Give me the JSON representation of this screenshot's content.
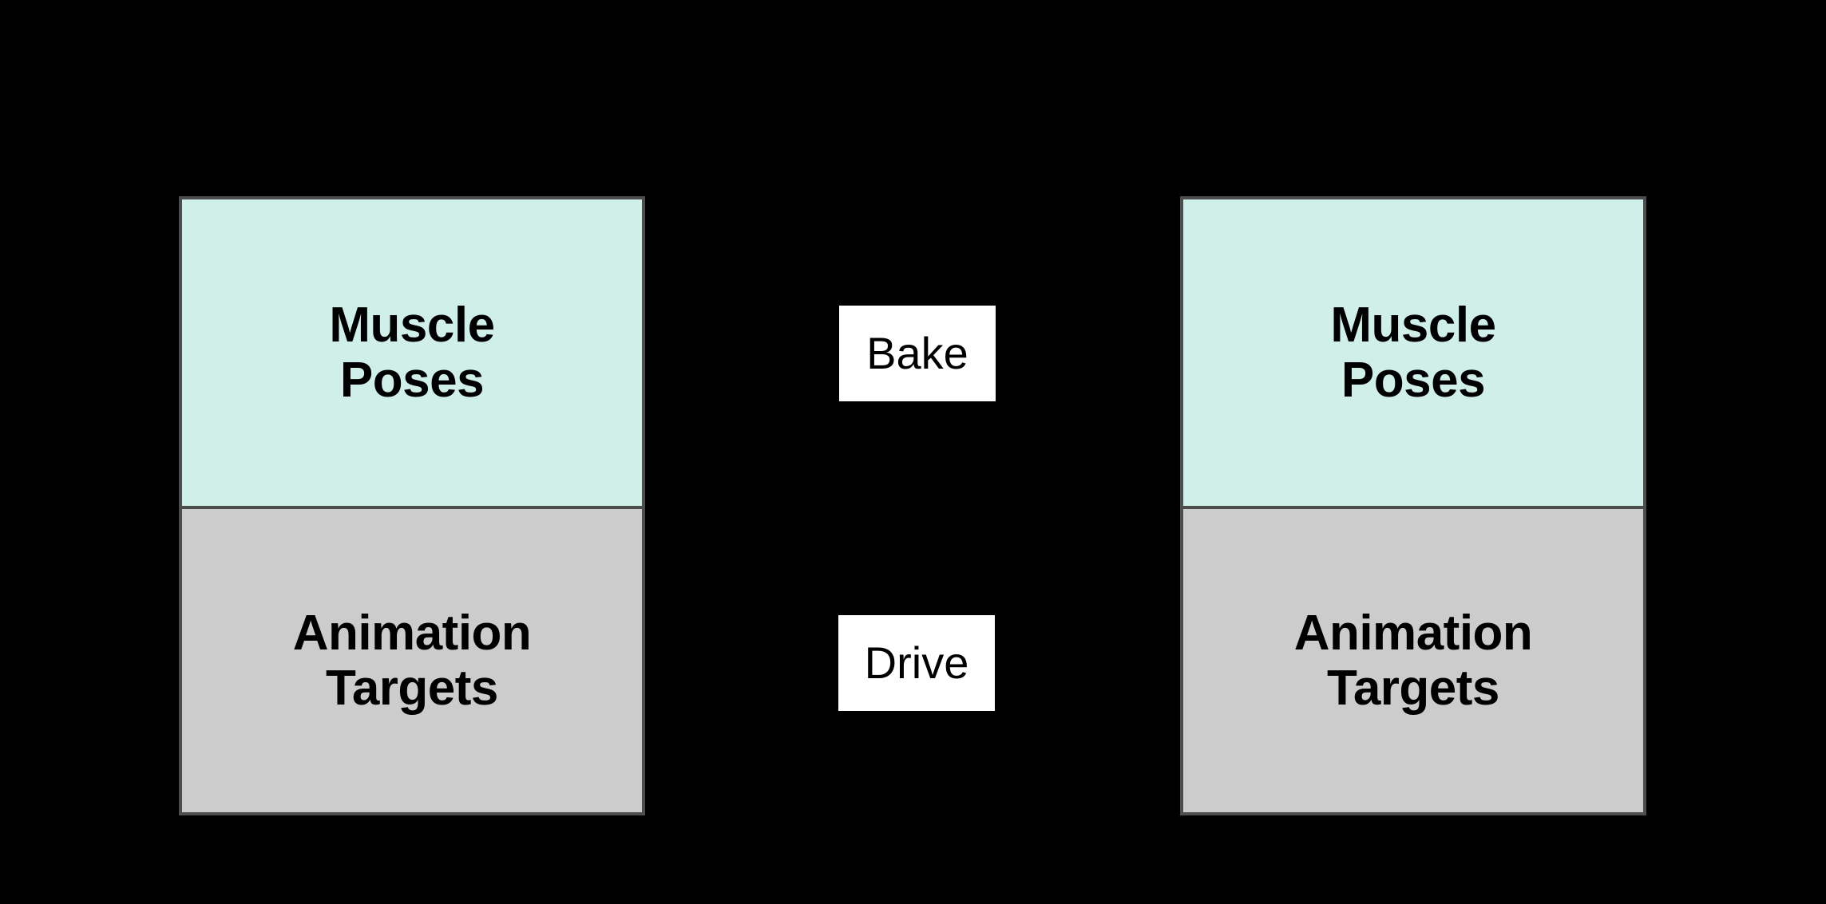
{
  "diagram": {
    "title": "Muscle Poses / Animation Targets bake-and-drive flow",
    "background_color": "#000000",
    "border_color": "#4d4d4d",
    "edge_color": "#000000",
    "nodes": [
      {
        "id": "left",
        "cells": [
          {
            "id": "muscle-poses",
            "label": "Muscle\nPoses",
            "fill": "#d1efe9"
          },
          {
            "id": "animation-targets",
            "label": "Animation\nTargets",
            "fill": "#cccccc"
          }
        ]
      },
      {
        "id": "right",
        "cells": [
          {
            "id": "muscle-poses",
            "label": "Muscle\nPoses",
            "fill": "#d1efe9"
          },
          {
            "id": "animation-targets",
            "label": "Animation\nTargets",
            "fill": "#cccccc"
          }
        ]
      }
    ],
    "edges": [
      {
        "id": "bake",
        "label": "Bake",
        "from": "left.muscle-poses",
        "to": "right.muscle-poses",
        "label_fill": "#ffffff"
      },
      {
        "id": "drive",
        "label": "Drive",
        "from": "left.animation-targets",
        "to": "right.animation-targets",
        "label_fill": "#ffffff"
      }
    ]
  }
}
